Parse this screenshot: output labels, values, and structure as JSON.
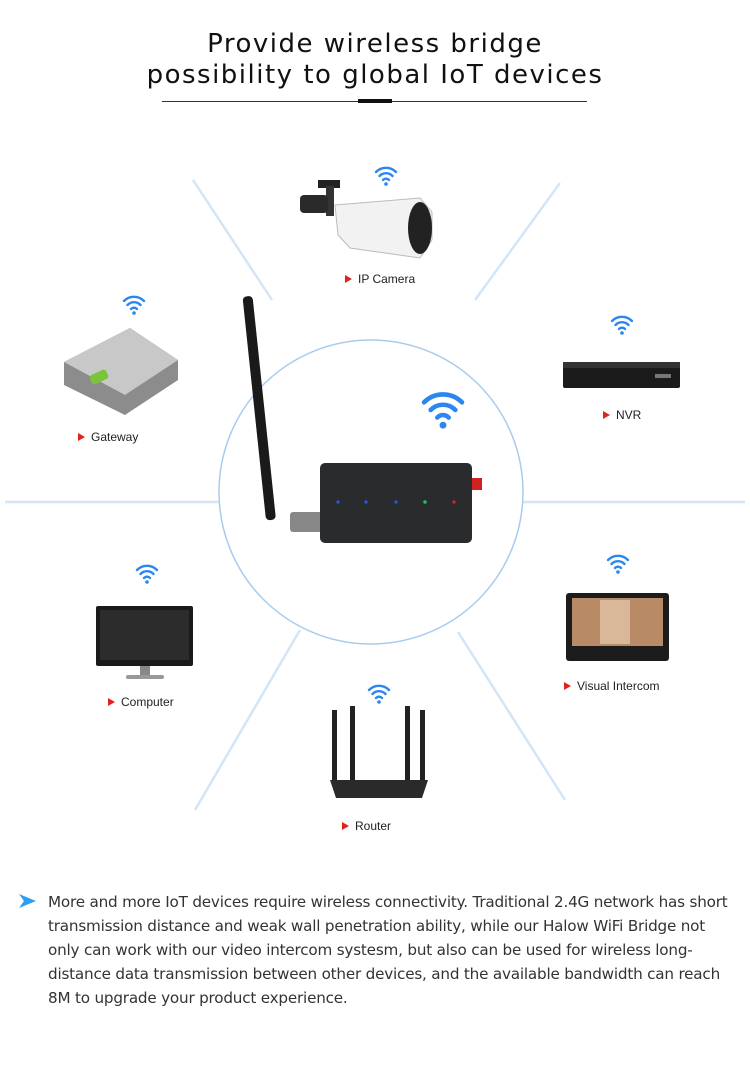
{
  "header": {
    "title_line1": "Provide wireless bridge",
    "title_line2": "possibility to global IoT devices"
  },
  "devices": [
    {
      "name": "IP Camera",
      "icon": "ip-camera-icon"
    },
    {
      "name": "Gateway",
      "icon": "gateway-icon"
    },
    {
      "name": "NVR",
      "icon": "nvr-icon"
    },
    {
      "name": "Computer",
      "icon": "computer-icon"
    },
    {
      "name": "Visual Intercom",
      "icon": "intercom-icon"
    },
    {
      "name": "Router",
      "icon": "router-icon"
    }
  ],
  "center_device": "halow-wifi-bridge",
  "description": "More and more IoT devices require wireless connectivity. Traditional 2.4G network has short transmission distance and weak wall penetration ability, while our Halow WiFi Bridge not only can work with our video intercom systesm, but also can be used for wireless long-distance data transmission between other devices, and the available bandwidth can reach 8M to upgrade your product experience.",
  "colors": {
    "accent": "#2b86f0",
    "marker": "#e0231d",
    "lines": "#cfe2f5"
  }
}
